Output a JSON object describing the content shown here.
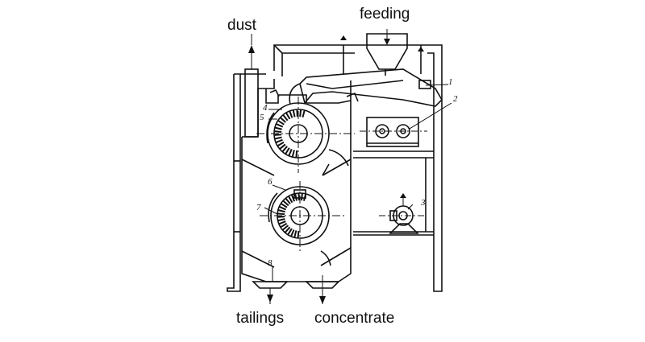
{
  "labels": {
    "dust": "dust",
    "feeding": "feeding",
    "tailings": "tailings",
    "concentrate": "concentrate"
  },
  "numbers": [
    "1",
    "2",
    "3",
    "4",
    "5",
    "6",
    "7",
    "8"
  ]
}
